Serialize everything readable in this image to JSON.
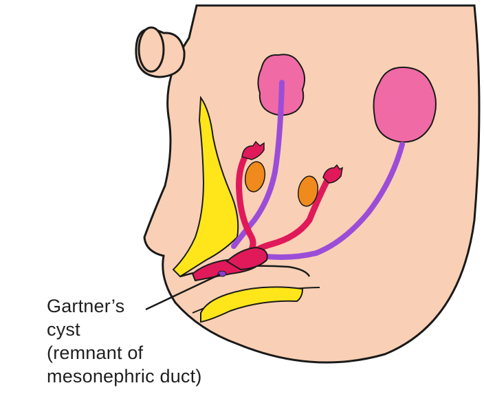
{
  "annotation": {
    "lines": [
      "Gartner’s",
      "cyst",
      "(remnant of",
      "mesonephric duct)"
    ]
  },
  "colors": {
    "skin": "#f9d0b5",
    "outline": "#1a1a1a",
    "ovary": "#f06aa5",
    "duct": "#9b4dd8",
    "tube": "#e0195a",
    "fimbria_accent": "#f07aa0",
    "cyst_body": "#f08a1c",
    "yellow_tissue": "#ffe61a",
    "cyst_marker": "#8a3dd0"
  }
}
